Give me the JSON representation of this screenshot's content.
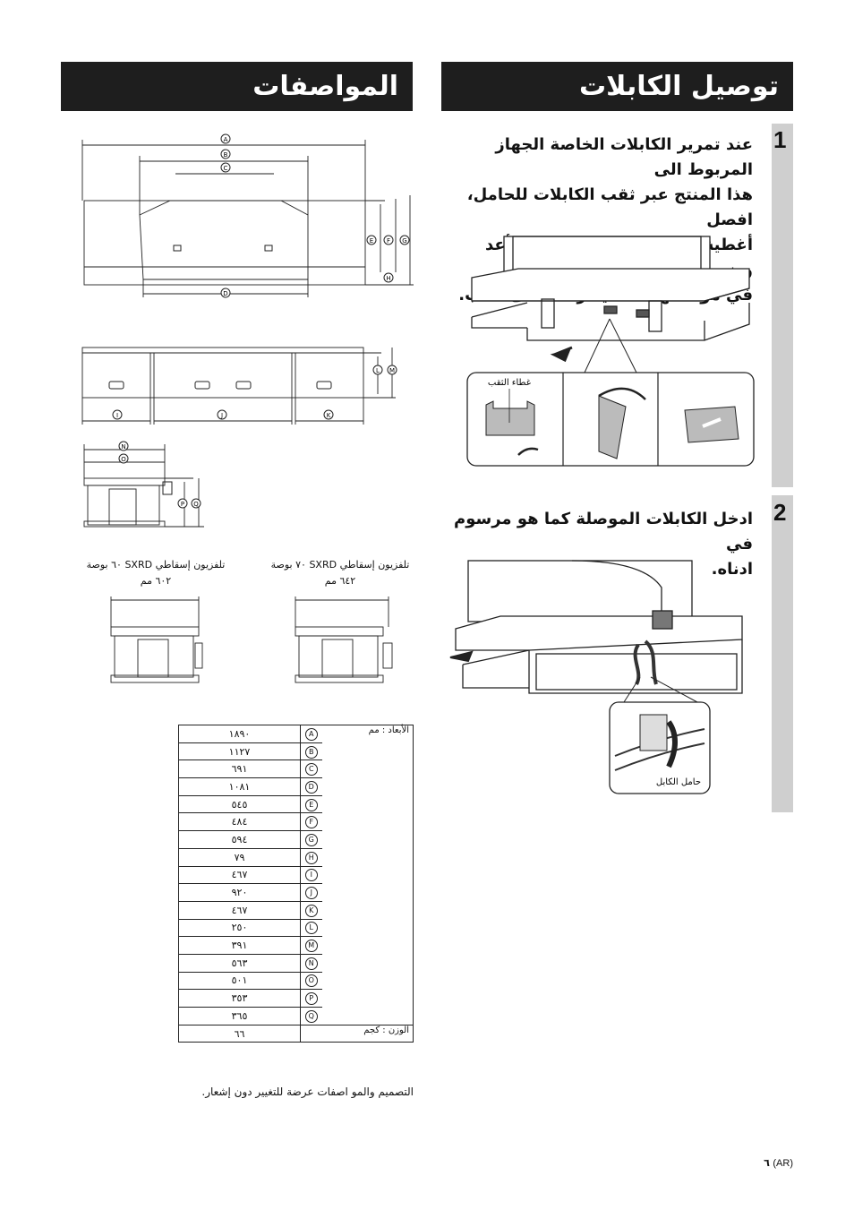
{
  "left_column": {
    "title": "توصيل الكابلات",
    "step1": {
      "number": "1",
      "lines": [
        "عند تمرير الكابلات الخاصة الجهاز المربوط الى",
        "هذا المنتج عبر ثقب الكابلات للحامل، افصل",
        "أغطية الثقب بتدويرها ومن ثم أعد وضعها",
        "في مواضعها الأصلية رأساً على عقب."
      ],
      "callout_label": "غطاء الثقب"
    },
    "step2": {
      "number": "2",
      "lines": [
        "ادخل الكابلات الموصلة كما هو مرسوم في",
        "ادناه."
      ],
      "callout_label": "حامل الكابل"
    }
  },
  "right_column": {
    "title": "المواصفات",
    "dimension_letters": [
      "A",
      "B",
      "C",
      "D",
      "E",
      "F",
      "G",
      "H",
      "I",
      "J",
      "K",
      "L",
      "M",
      "N",
      "O",
      "P",
      "Q"
    ],
    "variant_70": {
      "line1": "تلفزيون إسقاطي SXRD ٧٠ بوصة",
      "line2": "٦٤٢ مم"
    },
    "variant_60": {
      "line1": "تلفزيون إسقاطي SXRD ٦٠ بوصة",
      "line2": "٦٠٢ مم"
    },
    "table": {
      "dimensions_label": "الأبعاد : مم",
      "rows": [
        {
          "letter": "A",
          "value": "١٨٩٠"
        },
        {
          "letter": "B",
          "value": "١١٢٧"
        },
        {
          "letter": "C",
          "value": "٦٩١"
        },
        {
          "letter": "D",
          "value": "١٠٨١"
        },
        {
          "letter": "E",
          "value": "٥٤٥"
        },
        {
          "letter": "F",
          "value": "٤٨٤"
        },
        {
          "letter": "G",
          "value": "٥٩٤"
        },
        {
          "letter": "H",
          "value": "٧٩"
        },
        {
          "letter": "I",
          "value": "٤٦٧"
        },
        {
          "letter": "J",
          "value": "٩٢٠"
        },
        {
          "letter": "K",
          "value": "٤٦٧"
        },
        {
          "letter": "L",
          "value": "٢٥٠"
        },
        {
          "letter": "M",
          "value": "٣٩١"
        },
        {
          "letter": "N",
          "value": "٥٦٣"
        },
        {
          "letter": "O",
          "value": "٥٠١"
        },
        {
          "letter": "P",
          "value": "٣٥٣"
        },
        {
          "letter": "Q",
          "value": "٣٦٥"
        }
      ],
      "weight_label": "الوزن : كجم",
      "weight_value": "٦٦"
    },
    "note": "التصميم والمو اصفات عرضة للتغيير دون إشعار."
  },
  "footer": {
    "page_number": "٦",
    "language_code": "(AR)"
  }
}
